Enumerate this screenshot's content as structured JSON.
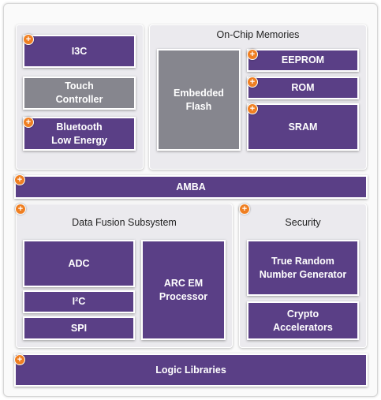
{
  "colors": {
    "block_purple": "#5a3f86",
    "block_gray": "#86868e",
    "plus_badge": "#ef7f22",
    "panel_bg": "#ebeaee"
  },
  "icons": {
    "plus_badge": "plus-icon"
  },
  "panels": {
    "on_chip_memories": "On-Chip Memories",
    "data_fusion": "Data Fusion Subsystem",
    "security": "Security"
  },
  "blocks": {
    "i3c": "I3C",
    "touch_controller": "Touch\nController",
    "bluetooth_le": "Bluetooth\nLow Energy",
    "embedded_flash": "Embedded\nFlash",
    "eeprom": "EEPROM",
    "rom": "ROM",
    "sram": "SRAM",
    "amba": "AMBA",
    "adc": "ADC",
    "i2c": "I²C",
    "spi": "SPI",
    "arc_em": "ARC EM\nProcessor",
    "trng": "True Random\nNumber Generator",
    "crypto": "Crypto\nAccelerators",
    "logic_libraries": "Logic Libraries"
  }
}
